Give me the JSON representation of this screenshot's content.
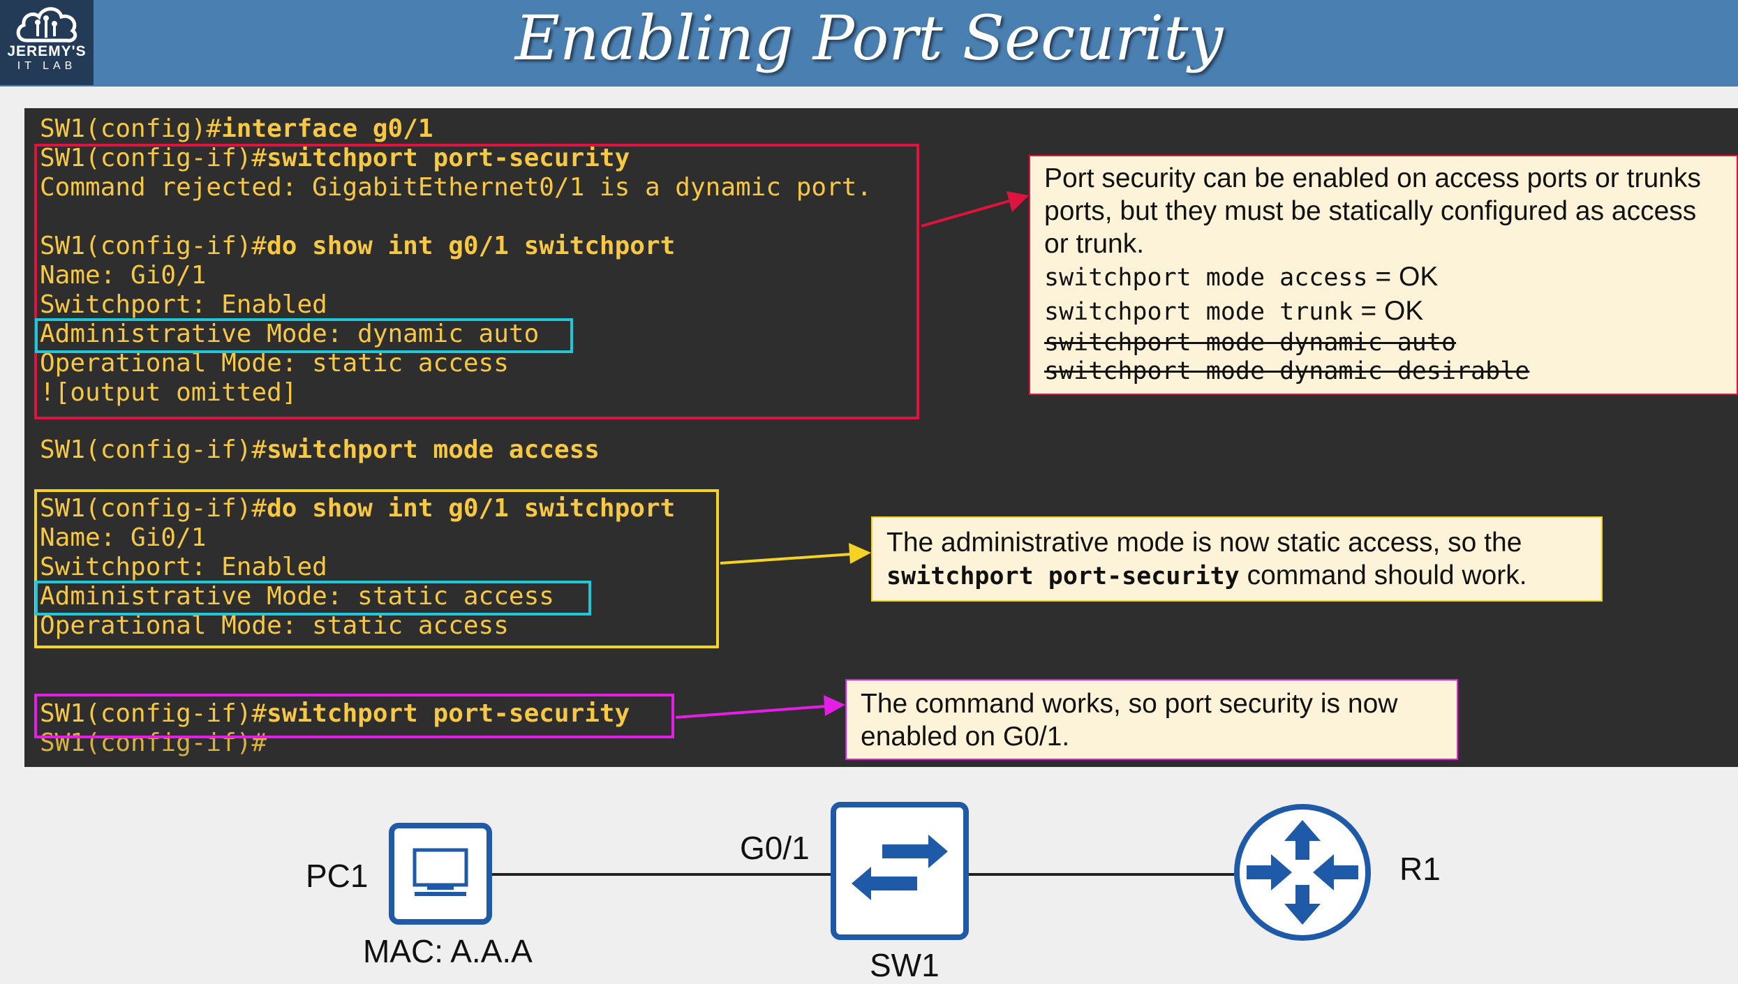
{
  "header": {
    "title": "Enabling Port Security",
    "logo_line1": "JEREMY'S",
    "logo_line2": "IT LAB"
  },
  "terminal": {
    "lines": [
      {
        "prompt": "SW1(config)#",
        "cmd": "interface g0/1"
      },
      {
        "prompt": "SW1(config-if)#",
        "cmd": "switchport port-security"
      },
      {
        "text": "Command rejected: GigabitEthernet0/1 is a dynamic port."
      },
      {
        "prompt": "SW1(config-if)#",
        "cmd": "do show int g0/1 switchport"
      },
      {
        "text": "Name: Gi0/1"
      },
      {
        "text": "Switchport: Enabled"
      },
      {
        "text": "Administrative Mode: dynamic auto"
      },
      {
        "text": "Operational Mode: static access"
      },
      {
        "text": "![output omitted]"
      },
      {
        "prompt": "SW1(config-if)#",
        "cmd": "switchport mode access"
      },
      {
        "prompt": "SW1(config-if)#",
        "cmd": "do show int g0/1 switchport"
      },
      {
        "text": "Name: Gi0/1"
      },
      {
        "text": "Switchport: Enabled"
      },
      {
        "text": "Administrative Mode: static access"
      },
      {
        "text": "Operational Mode: static access"
      },
      {
        "prompt": "SW1(config-if)#",
        "cmd": "switchport port-security"
      },
      {
        "text": "SW1(config-if)#"
      }
    ]
  },
  "callouts": {
    "first": {
      "text": "Port security can be enabled on access ports or trunks ports, but they must be statically configured as access or trunk.",
      "ok1_cmd": "switchport mode access",
      "ok1_result": " = OK",
      "ok2_cmd": "switchport mode trunk",
      "ok2_result": " = OK",
      "bad1": "switchport mode dynamic auto",
      "bad2": "switchport mode dynamic desirable"
    },
    "second": {
      "pre": "The administrative mode is now static access, so the ",
      "cmd": "switchport port-security",
      "post": " command should work."
    },
    "third": {
      "text": "The command works, so port security is now enabled on G0/1."
    }
  },
  "topology": {
    "pc_label": "PC1",
    "pc_mac": "MAC: A.A.A",
    "port_label": "G0/1",
    "switch_label": "SW1",
    "router_label": "R1"
  },
  "colors": {
    "red_box": "#e0123e",
    "cyan_box": "#1ec8d8",
    "yellow_box": "#f5d223",
    "magenta_box": "#e51ee6",
    "device_blue": "#1e5aa8"
  }
}
